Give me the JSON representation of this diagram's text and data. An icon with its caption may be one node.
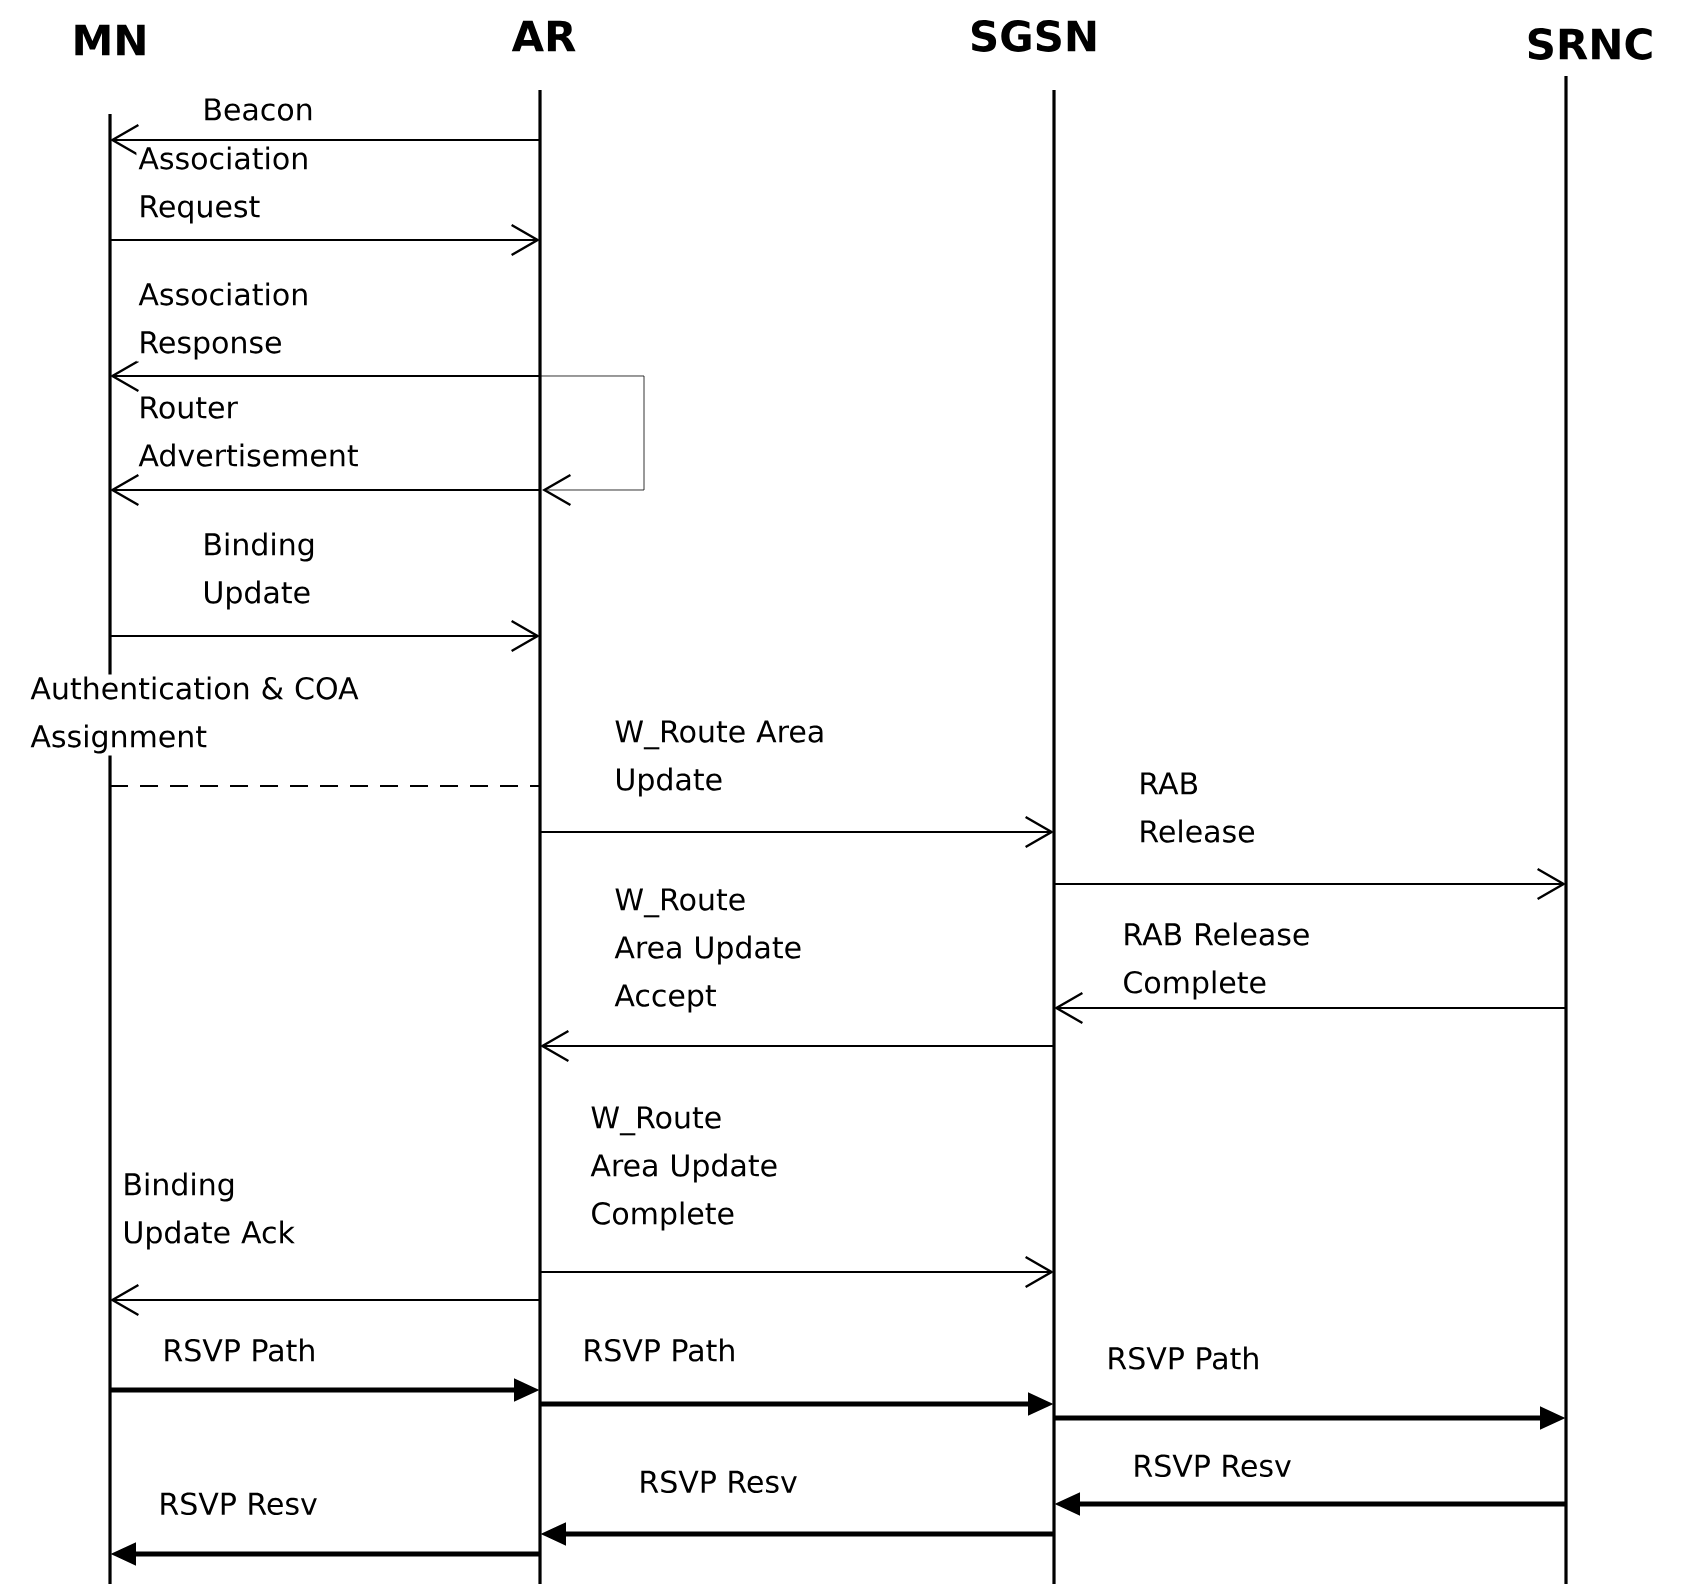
{
  "diagram": {
    "nodes": [
      {
        "text": [
          "MN"
        ]
      },
      {
        "text": [
          "AR"
        ]
      },
      {
        "text": [
          "SGSN"
        ]
      },
      {
        "text": [
          "SRNC"
        ]
      }
    ],
    "edges": [
      {
        "from": 1,
        "to": 0,
        "arrow": "to",
        "label": "Beacon"
      },
      {
        "from": 0,
        "to": 1,
        "arrow": "to",
        "label": "Association Request"
      },
      {
        "from": 1,
        "to": 0,
        "arrow": "to",
        "label": "Association Response"
      },
      {
        "from": 1,
        "to": 1,
        "arrow": "to"
      },
      {
        "from": 1,
        "to": 0,
        "arrow": "to",
        "label": "Router Advertisement"
      },
      {
        "from": 0,
        "to": 1,
        "arrow": "to",
        "label": "Binding Update"
      },
      {
        "from": 0,
        "to": 1,
        "arrow": "none",
        "style": "dashed",
        "label": "Authentication & COA Assignment"
      },
      {
        "from": 1,
        "to": 2,
        "arrow": "to",
        "label": "W_Route Area Update"
      },
      {
        "from": 2,
        "to": 3,
        "arrow": "to",
        "label": "RAB Release"
      },
      {
        "from": 3,
        "to": 2,
        "arrow": "to",
        "label": "RAB Release Complete"
      },
      {
        "from": 2,
        "to": 1,
        "arrow": "to",
        "label": "W_Route Area Update Accept"
      },
      {
        "from": 1,
        "to": 2,
        "arrow": "to",
        "label": "W_Route Area Update Complete"
      },
      {
        "from": 1,
        "to": 0,
        "arrow": "to",
        "label": "Binding Update Ack"
      },
      {
        "from": 0,
        "to": 1,
        "arrow": "to",
        "style": "thick",
        "label": "RSVP Path"
      },
      {
        "from": 1,
        "to": 2,
        "arrow": "to",
        "style": "thick",
        "label": "RSVP Path"
      },
      {
        "from": 2,
        "to": 3,
        "arrow": "to",
        "style": "thick",
        "label": "RSVP Path"
      },
      {
        "from": 3,
        "to": 2,
        "arrow": "to",
        "style": "thick",
        "label": "RSVP Resv"
      },
      {
        "from": 2,
        "to": 1,
        "arrow": "to",
        "style": "thick",
        "label": "RSVP Resv"
      },
      {
        "from": 1,
        "to": 0,
        "arrow": "to",
        "style": "thick",
        "label": "RSVP Resv"
      }
    ]
  }
}
